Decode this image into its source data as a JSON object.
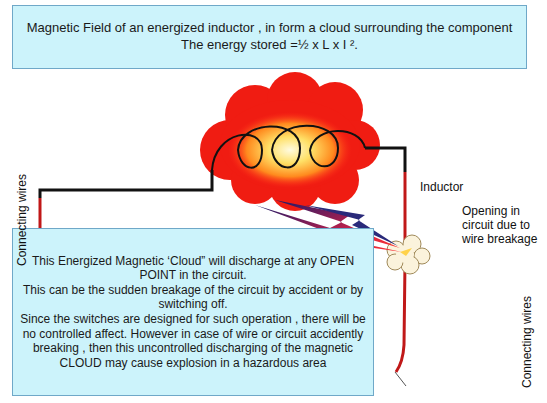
{
  "diagram": {
    "nodes": [
      {
        "text": [
          "Magnetic Field of an energized inductor , in form a cloud surrounding the component",
          "The energy stored =½ x L x I ²."
        ]
      },
      {
        "text": [
          "This Energized Magnetic ‘Cloud” will discharge at any OPEN POINT in the circuit.",
          "This can be the sudden breakage of the circuit by accident or by switching off.",
          "Since the switches are designed for such operation , there will be no controlled affect. However in case of wire or circuit accidently breaking , then this uncontrolled discharging of the magnetic CLOUD may cause explosion in a hazardous area"
        ]
      }
    ],
    "labels": [
      "Inductor",
      "Connecting wires",
      "Opening in circuit due to wire breakage",
      "Connecting wires"
    ]
  }
}
